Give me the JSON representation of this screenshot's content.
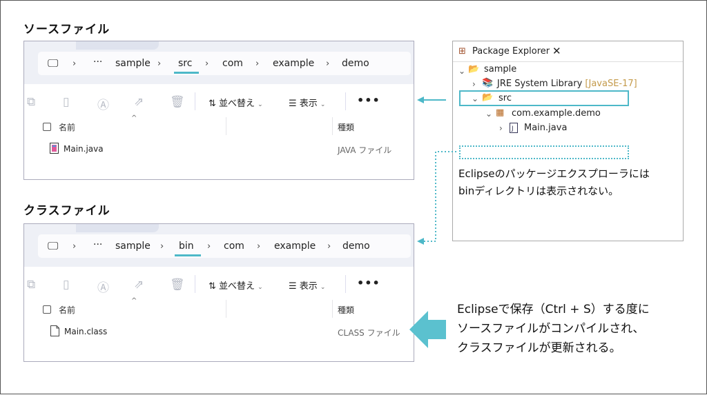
{
  "source_heading": "ソースファイル",
  "class_heading": "クラスファイル",
  "src_explorer": {
    "breadcrumb": [
      "sample",
      "src",
      "com",
      "example",
      "demo"
    ],
    "ellipsis": "···",
    "sort_label": "並べ替え",
    "view_label": "表示",
    "more": "•••",
    "col_name": "名前",
    "col_type": "種類",
    "file_name": "Main.java",
    "file_type": "JAVA ファイル"
  },
  "bin_explorer": {
    "breadcrumb": [
      "sample",
      "bin",
      "com",
      "example",
      "demo"
    ],
    "ellipsis": "···",
    "sort_label": "並べ替え",
    "view_label": "表示",
    "more": "•••",
    "col_name": "名前",
    "col_type": "種類",
    "file_name": "Main.class",
    "file_type": "CLASS ファイル"
  },
  "package_explorer": {
    "title": "Package Explorer",
    "project": "sample",
    "jre": "JRE System Library",
    "jre_version": "[JavaSE-17]",
    "src": "src",
    "package": "com.example.demo",
    "file": "Main.java"
  },
  "note_eclipse": [
    "Eclipseのパッケージエクスプローラには",
    "binディレクトリは表示されない。"
  ],
  "note_save": [
    "Eclipseで保存（Ctrl + S）する度に",
    "ソースファイルがコンパイルされ、",
    "クラスファイルが更新される。"
  ],
  "colors": {
    "accent": "#4db8c8"
  }
}
